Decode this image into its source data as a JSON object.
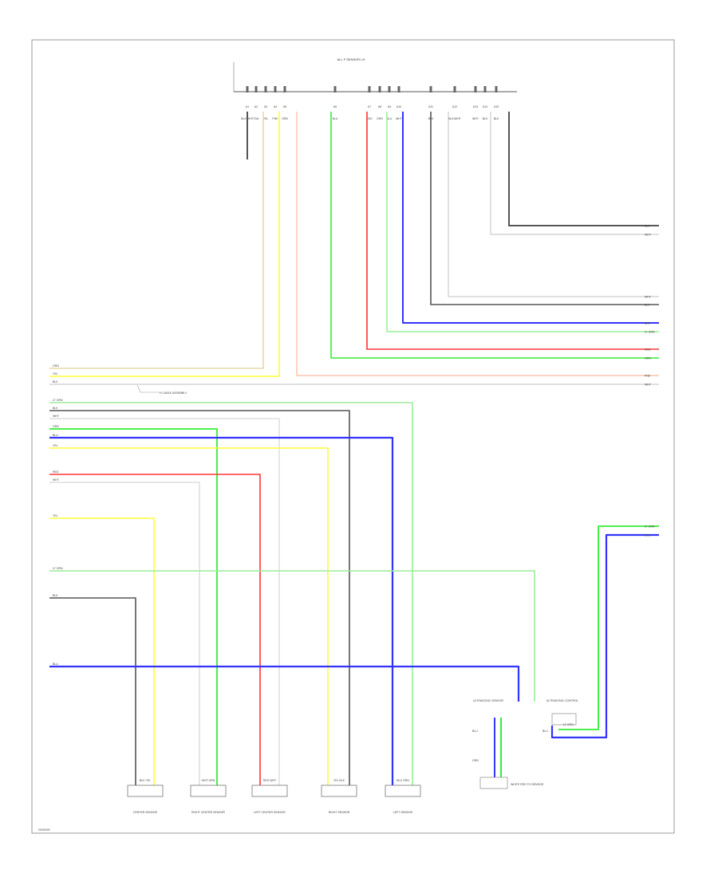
{
  "diagram": {
    "header_label": "ALL F SENSOR LH",
    "harness_label": "H CABLE ASSEMBLY",
    "footer_code": "00000/00",
    "colors": {
      "black": "#555555",
      "white": "#cccccc",
      "yellow": "#ffff33",
      "tan": "#e8d7a8",
      "pink": "#ffb799",
      "green": "#33ee33",
      "lt_green": "#99ee99",
      "red": "#ff3333",
      "blue": "#3333ff",
      "frame": "#999999"
    },
    "top_pins": [
      "A1",
      "A2",
      "A3",
      "A4",
      "A5",
      "A6",
      "A7",
      "A8",
      "A9",
      "A10",
      "A11",
      "A12",
      "A13",
      "A14",
      "A15"
    ],
    "top_wire_labels": [
      "BLK/WHT",
      "TAN",
      "YEL",
      "PNK",
      "GRN",
      "BLU",
      "RED",
      "GRN",
      "BLU",
      "WHT",
      "BLK",
      "BLK/WHT",
      "WHT",
      "BLK",
      "BLK"
    ],
    "right_wire_labels": [
      "BLK",
      "WHT",
      "WHT",
      "BLK",
      "BLU",
      "LT GRN",
      "RED",
      "GRN",
      "PNK",
      "WHT",
      "LT GRN",
      "BLU"
    ],
    "left_wire_labels": [
      "GRN",
      "YEL",
      "BLK",
      "LT GRN",
      "BLK",
      "WHT",
      "GRN",
      "BLU",
      "YEL",
      "RED",
      "WHT",
      "YEL",
      "LT GRN",
      "BLK",
      "BLU"
    ],
    "sensors": [
      {
        "wires": "BLK  YEL",
        "name": "CENTER SENSOR"
      },
      {
        "wires": "WHT  GRN",
        "name": "RIGHT CENTER SENSOR"
      },
      {
        "wires": "RED  WHT",
        "name": "LEFT CENTER SENSOR"
      },
      {
        "wires": "YEL  BLK",
        "name": "RIGHT SENSOR"
      },
      {
        "wires": "BLU  GRN",
        "name": "LEFT SENSOR"
      }
    ],
    "aux_left": {
      "name": "ULTRASONIC SENSOR",
      "wire1": "BLU",
      "wire2": "GRN",
      "note": "WHITE RED TO SENSOR"
    },
    "aux_right": {
      "name": "ULTRASONIC CONTROL",
      "wire1": "BLU",
      "wire2": "LT GRN"
    }
  }
}
